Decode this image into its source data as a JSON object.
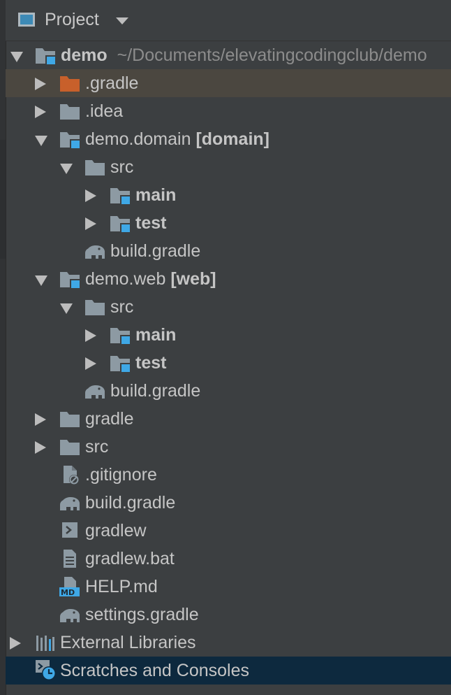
{
  "header": {
    "title": "Project"
  },
  "tree": {
    "root": {
      "name": "demo",
      "path": "~/Documents/elevatingcodingclub/demo"
    },
    "gradle_dir": ".gradle",
    "idea_dir": ".idea",
    "domain_module": {
      "name": "demo.domain",
      "tag": "[domain]"
    },
    "domain_src": "src",
    "domain_main": "main",
    "domain_test": "test",
    "domain_build": "build.gradle",
    "web_module": {
      "name": "demo.web",
      "tag": "[web]"
    },
    "web_src": "src",
    "web_main": "main",
    "web_test": "test",
    "web_build": "build.gradle",
    "gradle_folder": "gradle",
    "src_folder": "src",
    "gitignore": ".gitignore",
    "build_gradle": "build.gradle",
    "gradlew": "gradlew",
    "gradlew_bat": "gradlew.bat",
    "help_md": "HELP.md",
    "settings_gradle": "settings.gradle",
    "external_libraries": "External Libraries",
    "scratches": "Scratches and Consoles"
  },
  "colors": {
    "background": "#3c3f41",
    "selected_row": "#4b4740",
    "focused_row": "#0d293e",
    "folder": "#8d9aa3",
    "module_badge": "#3fa8e6",
    "excluded_folder": "#c8602b"
  }
}
